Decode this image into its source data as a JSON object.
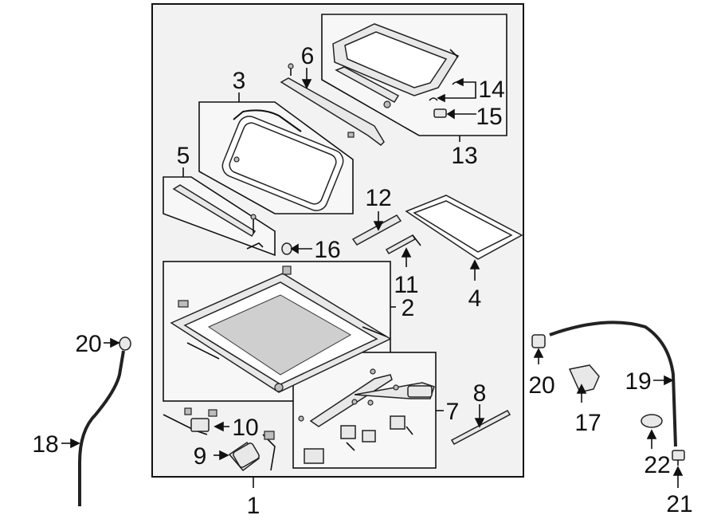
{
  "diagram": {
    "callouts": {
      "c1": "1",
      "c2": "2",
      "c3": "3",
      "c4": "4",
      "c5": "5",
      "c6": "6",
      "c7": "7",
      "c8": "8",
      "c9": "9",
      "c10": "10",
      "c11": "11",
      "c12": "12",
      "c13": "13",
      "c14": "14",
      "c15": "15",
      "c16": "16",
      "c17": "17",
      "c18": "18",
      "c19": "19",
      "c20a": "20",
      "c20b": "20",
      "c21": "21",
      "c22": "22"
    }
  },
  "colors": {
    "panel": "#f2f2f2",
    "line": "#111111",
    "part": "#e8e8e8"
  }
}
